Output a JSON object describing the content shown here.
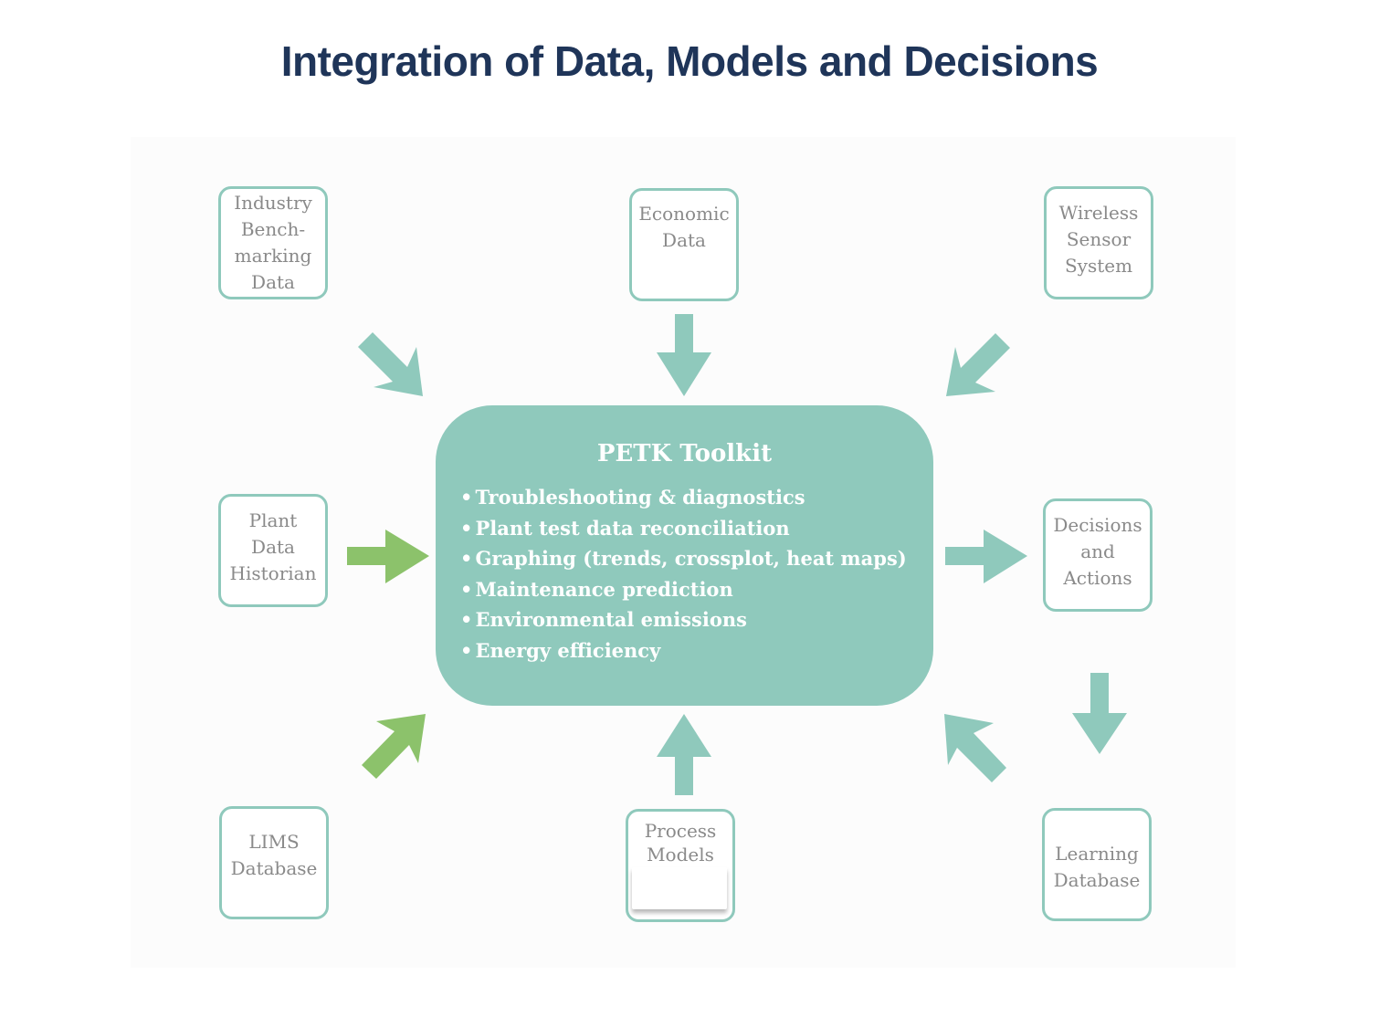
{
  "title": "Integration of Data, Models and Decisions",
  "colors": {
    "title": "#1f3559",
    "teal": "#8fc9bc",
    "green": "#8cc26b",
    "node_text": "#8a8a8a",
    "center_text": "#ffffff"
  },
  "nodes": {
    "industry": "Industry\nBench-\nmarking\nData",
    "economic": "Economic\nData",
    "wireless": "Wireless\nSensor\nSystem",
    "plant": "Plant\nData\nHistorian",
    "decisions": "Decisions\nand\nActions",
    "lims": "LIMS\nDatabase",
    "process": "Process\nModels",
    "learning": "Learning\nDatabase"
  },
  "center": {
    "title": "PETK Toolkit",
    "items": [
      "Troubleshooting & diagnostics",
      "Plant test data reconciliation",
      "Graphing (trends, crossplot, heat maps)",
      "Maintenance prediction",
      "Environmental emissions",
      "Energy efficiency"
    ]
  }
}
